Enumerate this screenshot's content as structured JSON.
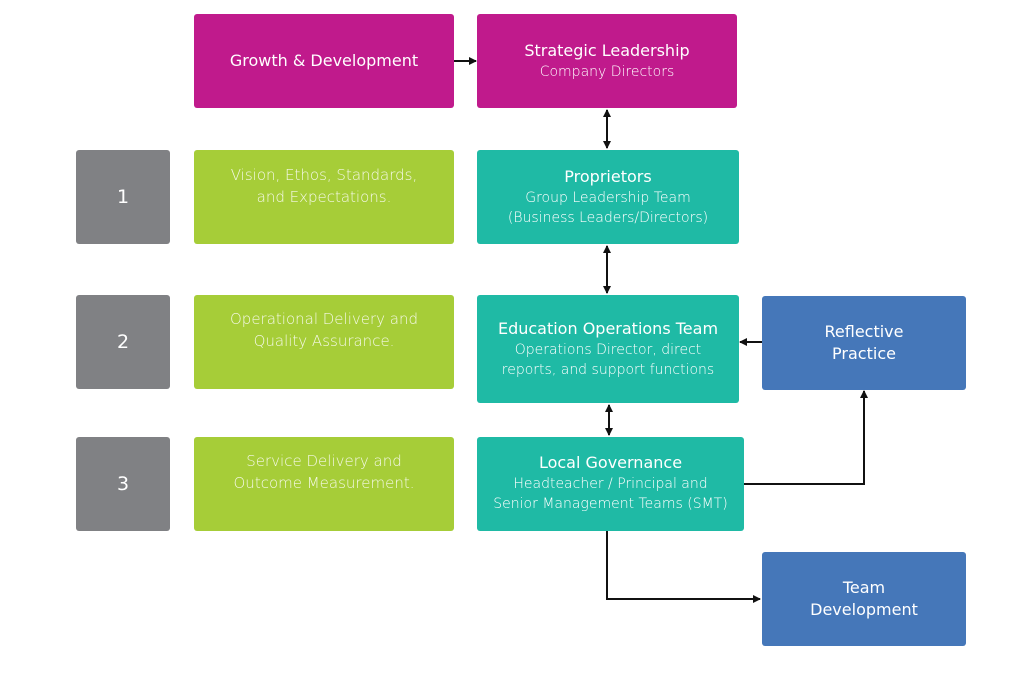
{
  "top": {
    "growth": {
      "title": "Growth & Development"
    },
    "strategic": {
      "title": "Strategic Leadership",
      "subtitle": "Company Directors"
    }
  },
  "levels": [
    {
      "number": "1",
      "description": [
        "Vision, Ethos, Standards,",
        "and Expectations."
      ],
      "team": {
        "title": "Proprietors",
        "lines": [
          "Group Leadership Team",
          "(Business Leaders/Directors)"
        ]
      }
    },
    {
      "number": "2",
      "description": [
        "Operational Delivery and",
        "Quality Assurance."
      ],
      "team": {
        "title": "Education Operations Team",
        "lines": [
          "Operations Director, direct",
          "reports, and support functions"
        ]
      }
    },
    {
      "number": "3",
      "description": [
        "Service Delivery and",
        "Outcome Measurement."
      ],
      "team": {
        "title": "Local Governance",
        "lines": [
          "Headteacher / Principal and",
          "Senior Management Teams (SMT)"
        ]
      }
    }
  ],
  "side": {
    "reflective": {
      "lines": [
        "Reflective",
        "Practice"
      ]
    },
    "team_dev": {
      "lines": [
        "Team",
        "Development"
      ]
    }
  },
  "colors": {
    "magenta": "#c01a8c",
    "teal": "#1fbaa5",
    "green": "#a6cd38",
    "grey": "#808184",
    "blue": "#4577b9"
  }
}
